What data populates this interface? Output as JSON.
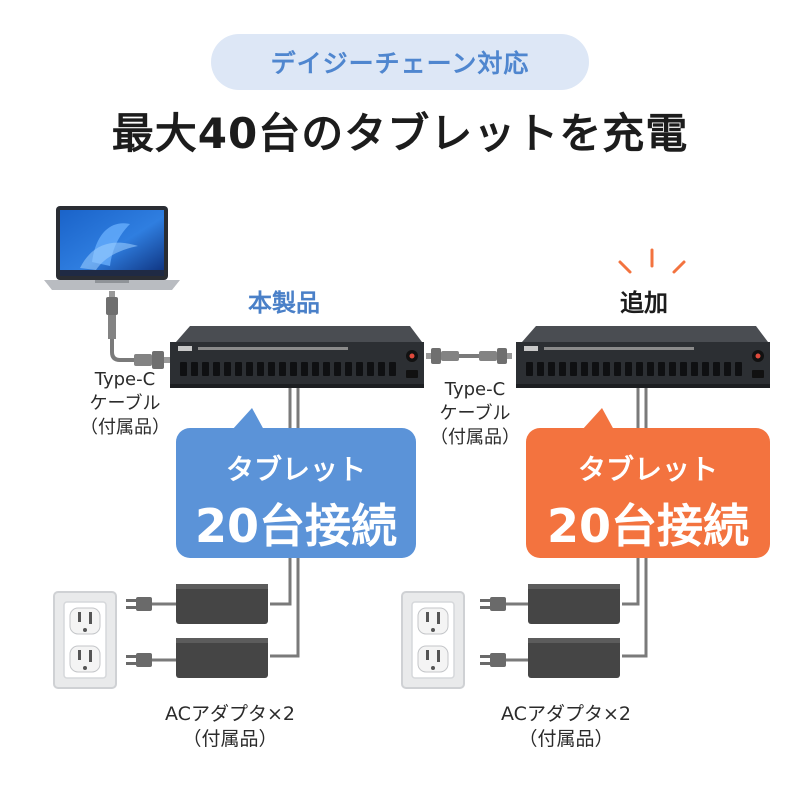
{
  "badge": "デイジーチェーン対応",
  "headline": "最大40台のタブレットを充電",
  "product_label": "本製品",
  "added_label": "追加",
  "cable_left": {
    "line1": "Type-C",
    "line2": "ケーブル",
    "line3": "（付属品）"
  },
  "cable_middle": {
    "line1": "Type-C",
    "line2": "ケーブル",
    "line3": "（付属品）"
  },
  "bubble_left": {
    "line1": "タブレット",
    "line2": "20台接続"
  },
  "bubble_right": {
    "line1": "タブレット",
    "line2": "20台接続"
  },
  "adapter_left": {
    "line1": "ACアダプタ×2",
    "line2": "（付属品）"
  },
  "adapter_right": {
    "line1": "ACアダプタ×2",
    "line2": "（付属品）"
  },
  "colors": {
    "blue": "#5b93d8",
    "orange": "#f3733f",
    "badge_bg": "#dde7f6",
    "badge_text": "#4f86cf",
    "product_label": "#4a80c8",
    "cable": "#7a7a7a"
  },
  "icons": [
    "laptop-icon",
    "usb-hub-icon",
    "ac-adapter-icon",
    "wall-outlet-icon",
    "power-plug-icon",
    "emphasis-burst-icon"
  ]
}
